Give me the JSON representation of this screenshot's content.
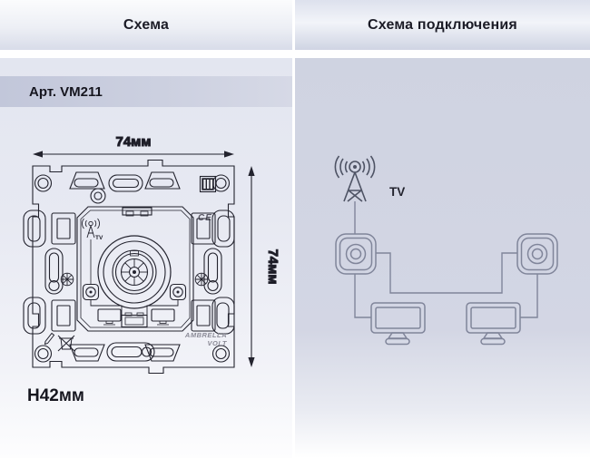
{
  "header": {
    "left_title": "Схема",
    "right_title": "Схема подключения"
  },
  "product": {
    "article": "Арт. VM211"
  },
  "mechanism_drawing": {
    "width_label": "74мм",
    "height_label": "74мм",
    "depth_label": "Н42мм",
    "antenna_tv_label": "TV",
    "ce_mark": "CE",
    "brand_line1": "AMBRELLA",
    "brand_line2": "VOLT"
  },
  "connection_diagram": {
    "antenna_label": "TV"
  },
  "colors": {
    "drawing_line": "#23232e",
    "diagram_line": "#80859a",
    "panel_right_bg": "#d1d5e3",
    "article_bar_bg": "#c7cbdd",
    "header_text": "#1b1b26"
  }
}
